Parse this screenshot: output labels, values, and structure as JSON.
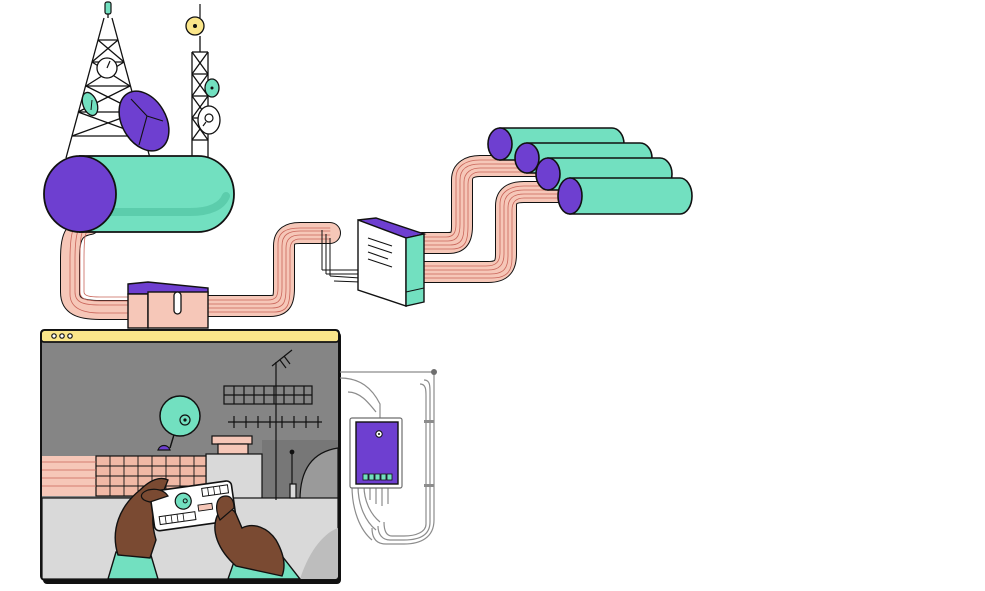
{
  "illustration": {
    "subject": "telecom-network-illustration",
    "palette": {
      "purple": "#6e3fd0",
      "mint": "#72e0c0",
      "pink": "#f6c7b8",
      "yellow": "#fbe68a",
      "outline": "#111111",
      "screen_gray": "#8a8a8a",
      "screen_floor": "#d9d9d9",
      "skin_dark": "#7a4a32",
      "line_gray": "#8c8c8c"
    },
    "elements": {
      "towers": [
        "lattice-tower",
        "lattice-tower"
      ],
      "dishes": [
        "purple-satellite-dish",
        "mint-dish",
        "white-dish",
        "yellow-dish"
      ],
      "cylinders": [
        "large-mint-cylinder",
        "stacked-mint-cylinders"
      ],
      "junction_boxes": [
        "cable-junction-box",
        "server-box"
      ],
      "window": {
        "dots": 3,
        "chrome_color": "#fbe68a"
      },
      "wall_device": "purple-control-panel"
    }
  }
}
